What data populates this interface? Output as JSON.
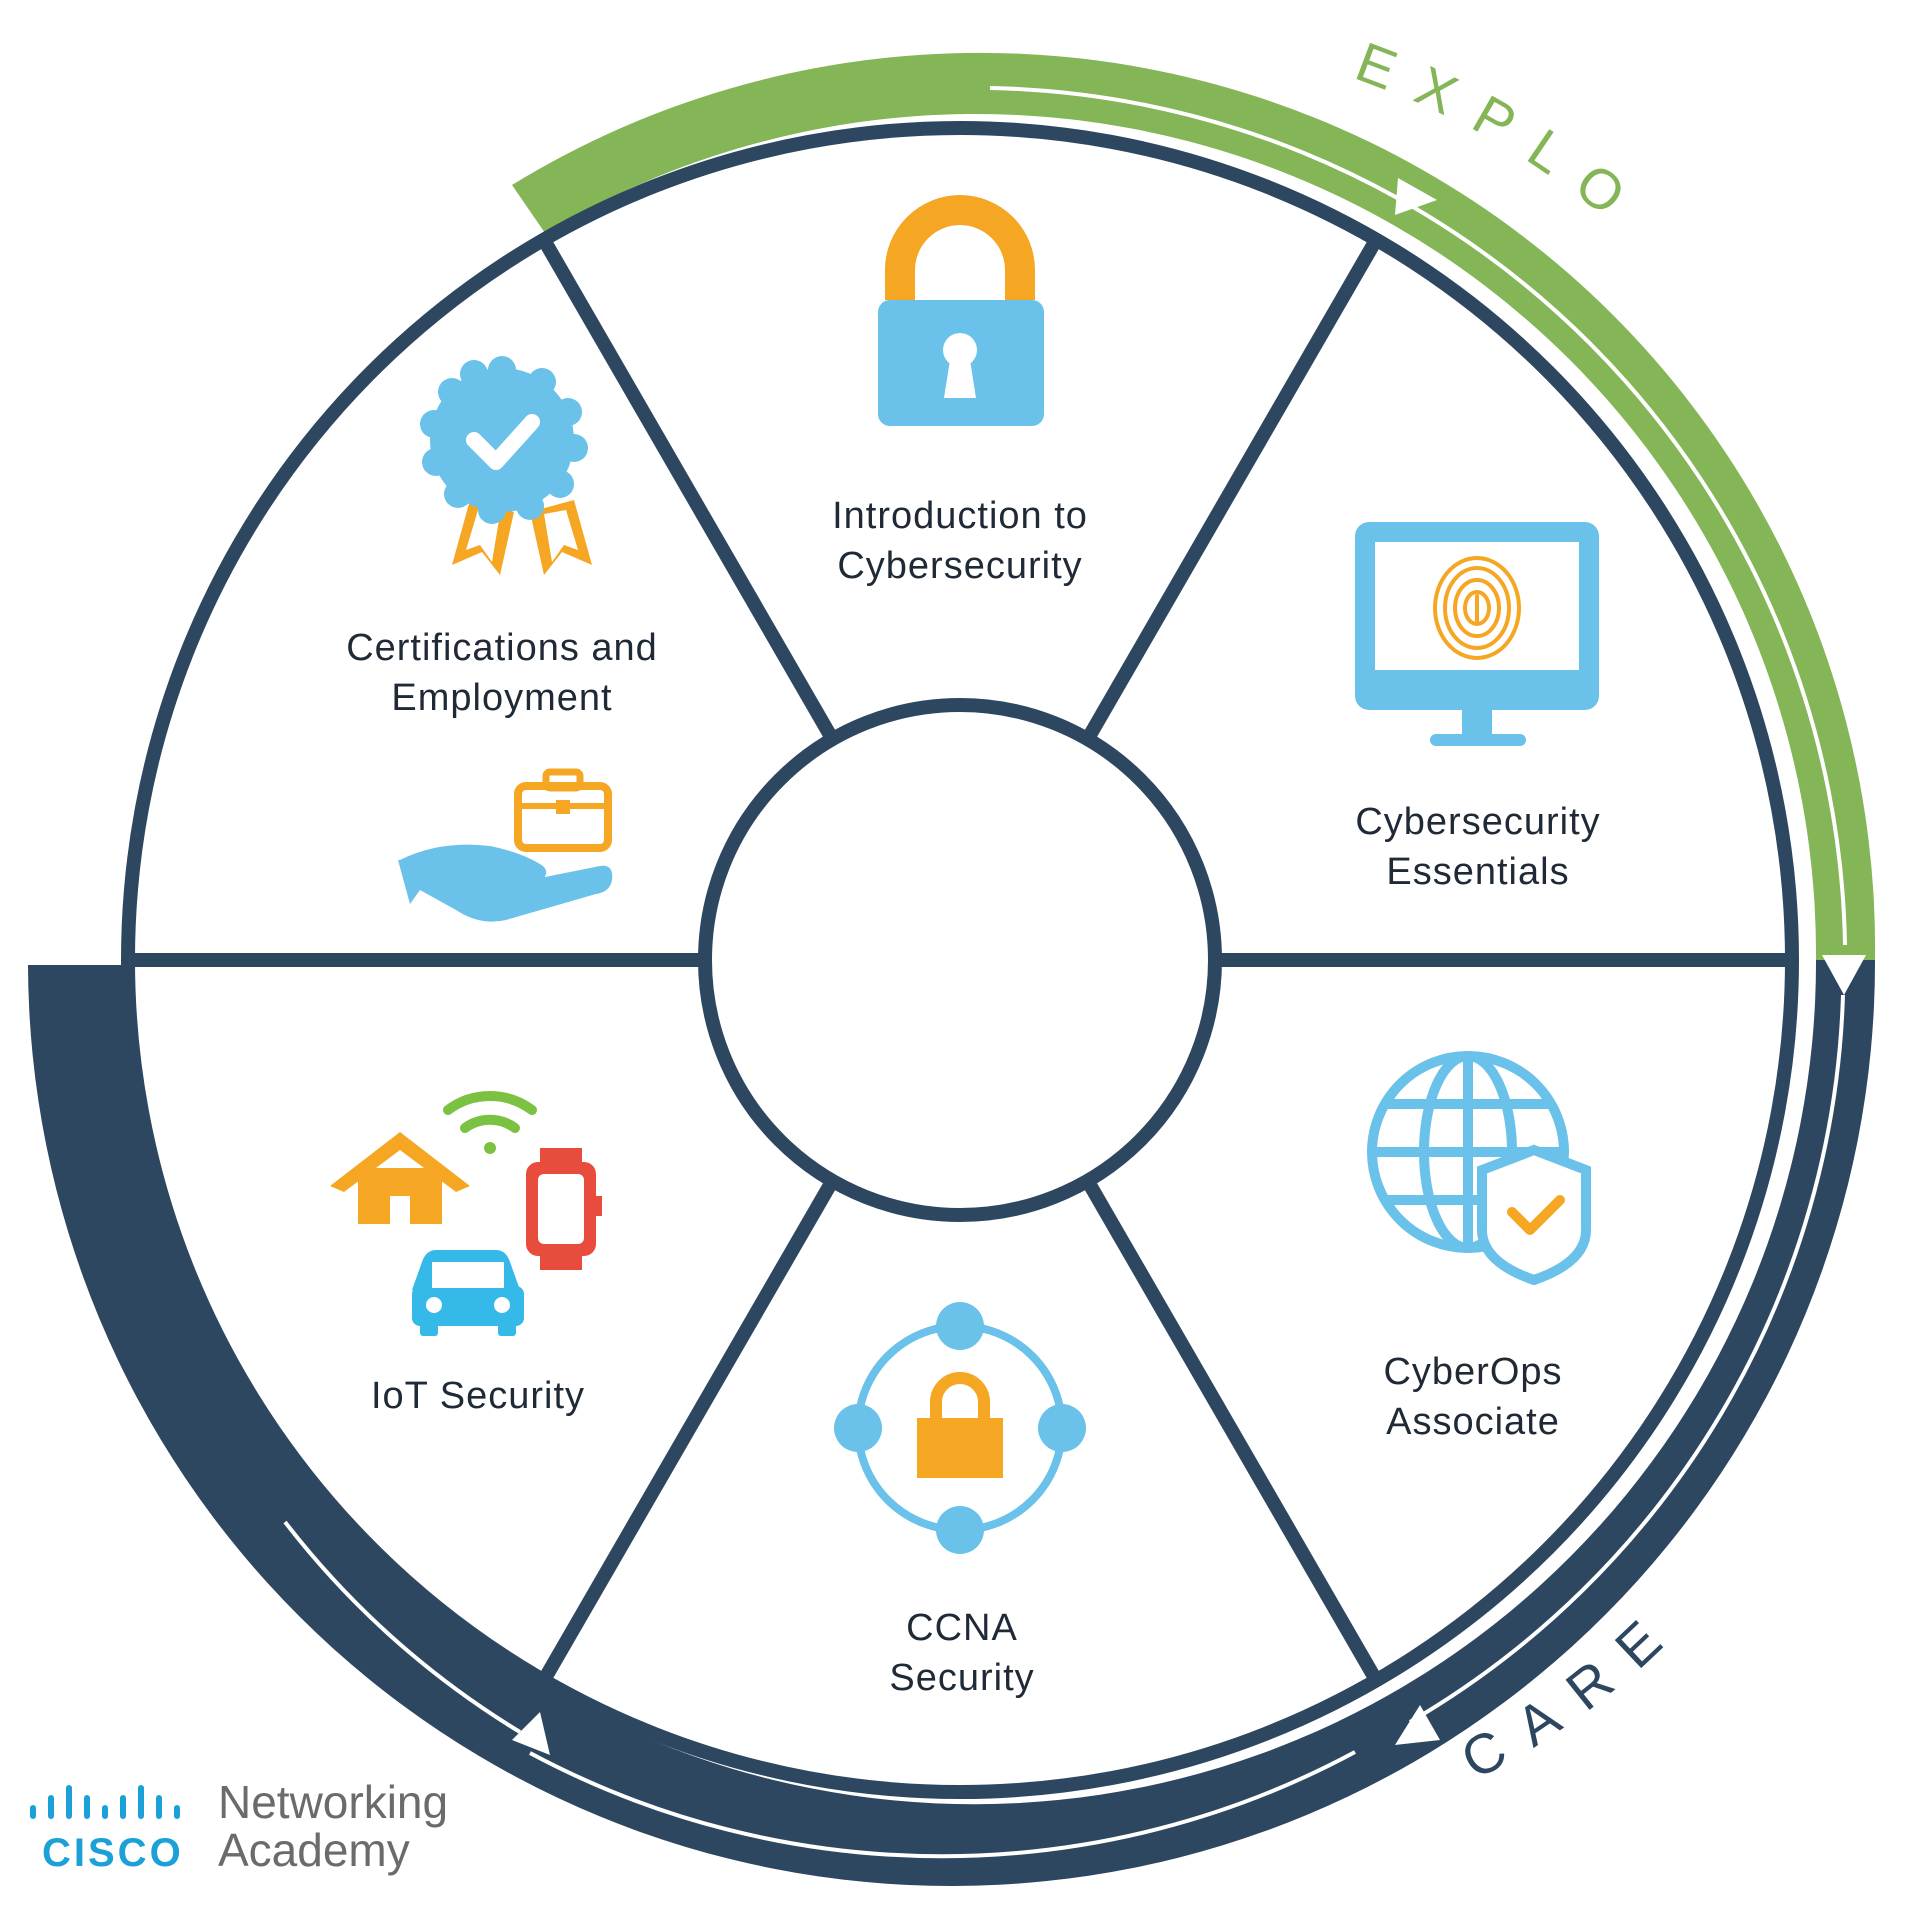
{
  "colors": {
    "navy": "#2e4761",
    "green": "#84b556",
    "light_blue": "#6ac1ea",
    "orange": "#f5a623",
    "red": "#e74c3c",
    "wifi_green": "#7cc242"
  },
  "arcs": {
    "explore_label": "EXPLORE",
    "career_label": "CAREER"
  },
  "segments": [
    {
      "id": "intro",
      "line1": "Introduction to",
      "line2": "Cybersecurity",
      "icon": "padlock-icon"
    },
    {
      "id": "essentials",
      "line1": "Cybersecurity",
      "line2": "Essentials",
      "icon": "monitor-fingerprint-icon"
    },
    {
      "id": "cyberops",
      "line1": "CyberOps",
      "line2": "Associate",
      "icon": "globe-shield-icon"
    },
    {
      "id": "ccna",
      "line1": "CCNA",
      "line2": "Security",
      "icon": "network-lock-icon"
    },
    {
      "id": "iot",
      "line1": "IoT Security",
      "line2": "",
      "icon": "iot-devices-icon"
    },
    {
      "id": "certs",
      "line1": "Certifications and",
      "line2": "Employment",
      "icon": "award-badge-icon"
    }
  ],
  "logo": {
    "brand": "CISCO",
    "line1": "Networking",
    "line2": "Academy"
  }
}
